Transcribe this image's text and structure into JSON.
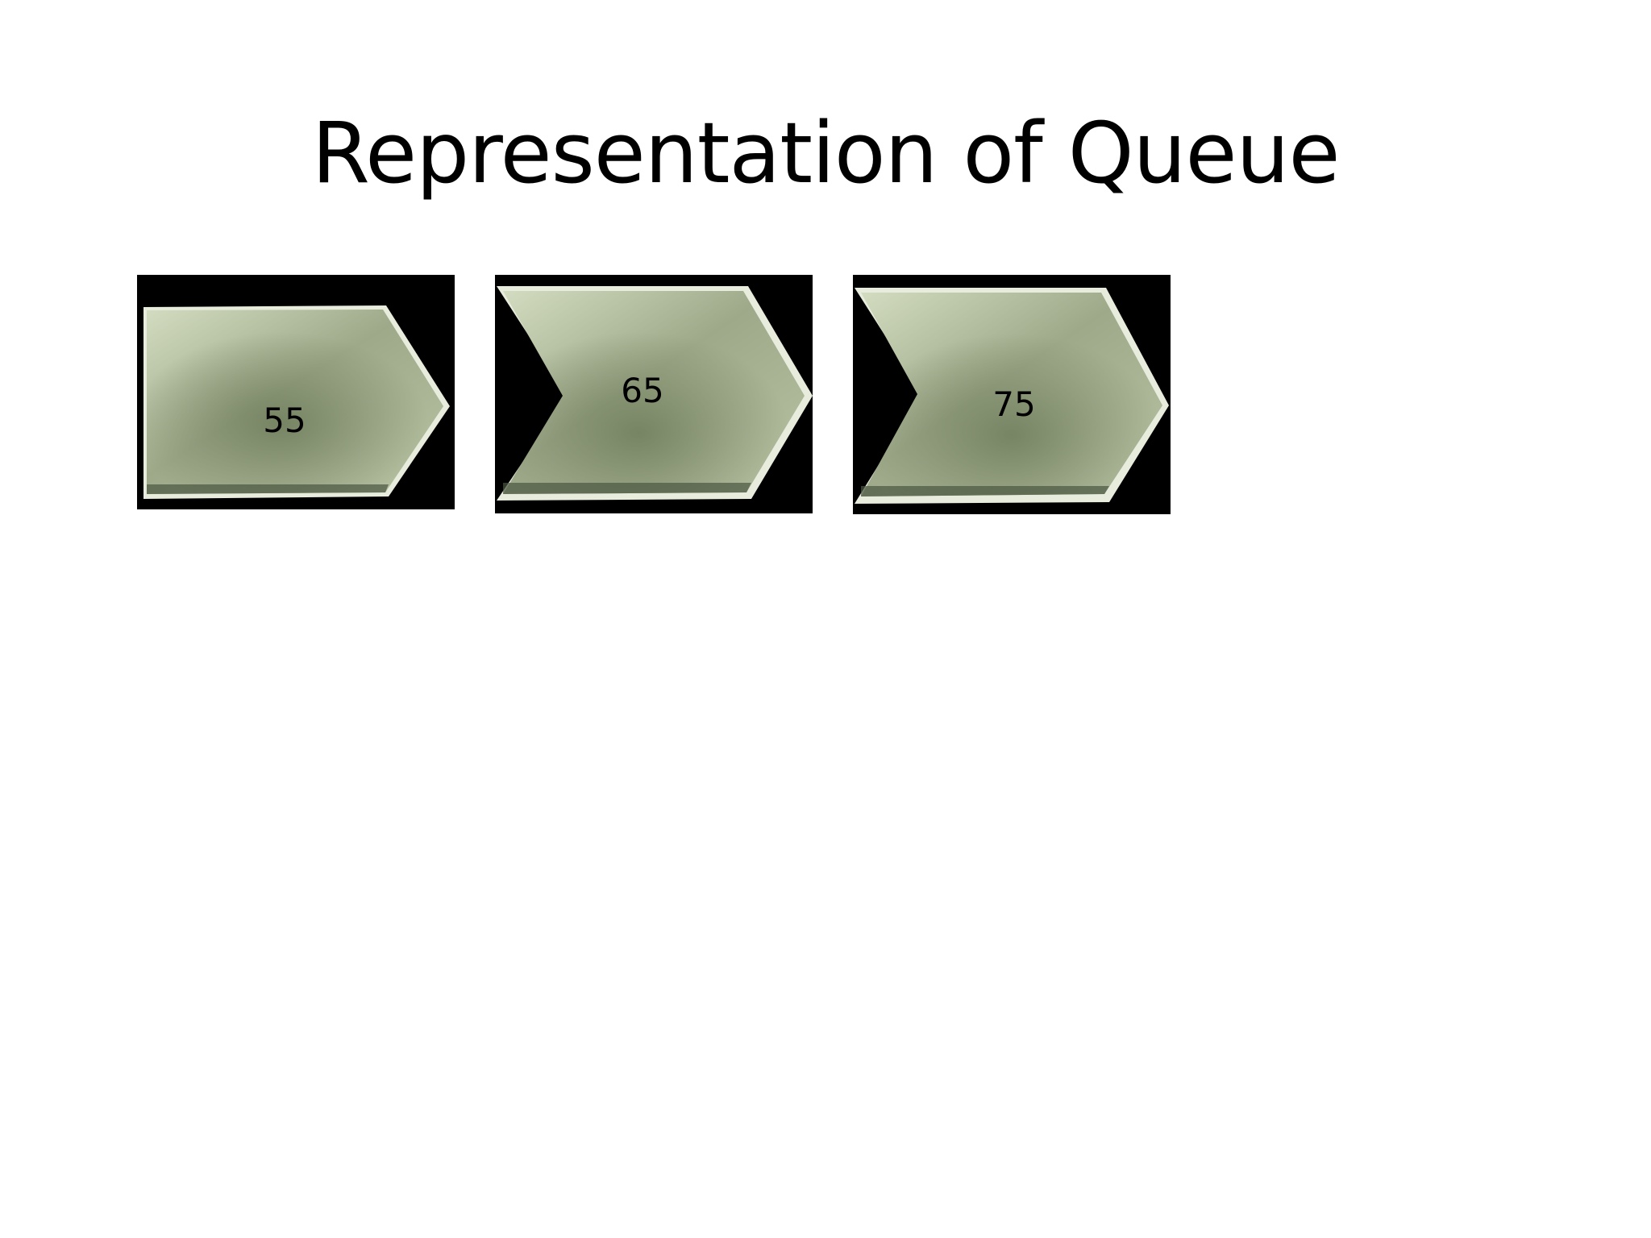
{
  "slide": {
    "title": "Representation of Queue"
  },
  "queue": {
    "items": [
      {
        "value": "55"
      },
      {
        "value": "65"
      },
      {
        "value": "75"
      }
    ],
    "colors": {
      "tile_background": "#000000",
      "arrow_light": "#c9d4b4",
      "arrow_mid": "#a8b592",
      "arrow_dark": "#6f7d5c"
    }
  }
}
